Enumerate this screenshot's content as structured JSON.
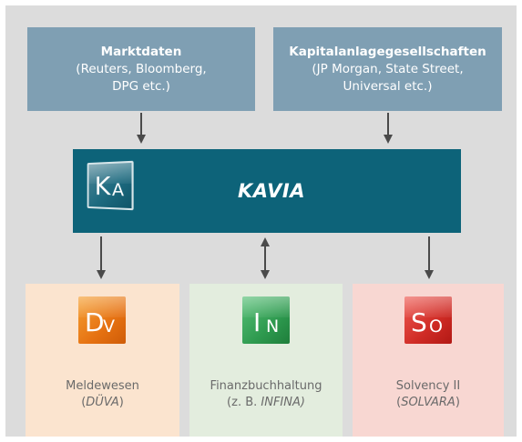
{
  "sources": {
    "market": {
      "title": "Marktdaten",
      "line1": "(Reuters, Bloomberg,",
      "line2": "DPG etc.)"
    },
    "kag": {
      "title": "Kapitalanlagegesellschaften",
      "line1": "(JP Morgan, State Street,",
      "line2": "Universal etc.)"
    }
  },
  "center": {
    "label": "KAVIA",
    "logo": {
      "big": "K",
      "small": "A",
      "icon": "kavia-logo-icon"
    }
  },
  "outputs": {
    "duva": {
      "logo_big": "D",
      "logo_small": "V",
      "line1": "Meldewesen",
      "line2_pre": "(",
      "line2_em": "DÜVA",
      "line2_post": ")"
    },
    "infina": {
      "logo_big": "I",
      "logo_small": "N",
      "line1": "Finanzbuchhaltung",
      "line2_pre": "(z. B. ",
      "line2_em": "INFINA)",
      "line2_post": ""
    },
    "solvara": {
      "logo_big": "S",
      "logo_small": "O",
      "line1": "Solvency II",
      "line2_pre": "(",
      "line2_em": "SOLVARA",
      "line2_post": ")"
    }
  },
  "colors": {
    "background": "#dcdcdc",
    "source_box": "#7f9fb3",
    "kavia_box": "#0d6379",
    "duva_box": "#fbe4cf",
    "infina_box": "#e3edde",
    "solvara_box": "#f8d7d2",
    "arrow": "#4a4a4a"
  }
}
